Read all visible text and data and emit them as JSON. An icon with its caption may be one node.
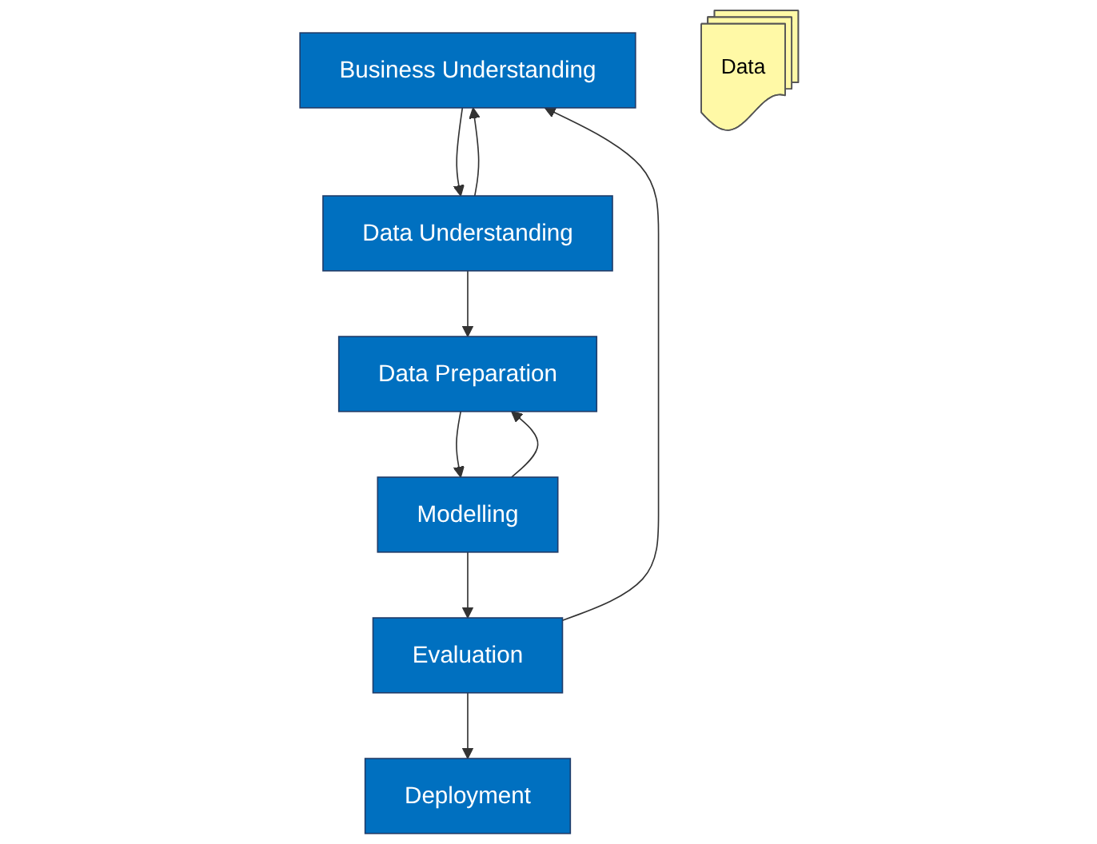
{
  "diagram": {
    "nodes": [
      {
        "text": [
          "Business Understanding"
        ]
      },
      {
        "text": [
          "Data Understanding"
        ]
      },
      {
        "text": [
          "Data Preparation"
        ]
      },
      {
        "text": [
          "Modelling"
        ]
      },
      {
        "text": [
          "Evaluation"
        ]
      },
      {
        "text": [
          "Deployment"
        ]
      },
      {
        "text": [
          "Data"
        ]
      }
    ],
    "edges": [
      {
        "from": 0,
        "to": 1,
        "arrow": "to"
      },
      {
        "from": 1,
        "to": 0,
        "arrow": "to"
      },
      {
        "from": 1,
        "to": 2,
        "arrow": "to"
      },
      {
        "from": 2,
        "to": 3,
        "arrow": "to"
      },
      {
        "from": 3,
        "to": 2,
        "arrow": "to"
      },
      {
        "from": 3,
        "to": 4,
        "arrow": "to"
      },
      {
        "from": 4,
        "to": 5,
        "arrow": "to"
      },
      {
        "from": 4,
        "to": 0,
        "arrow": "to"
      }
    ]
  }
}
